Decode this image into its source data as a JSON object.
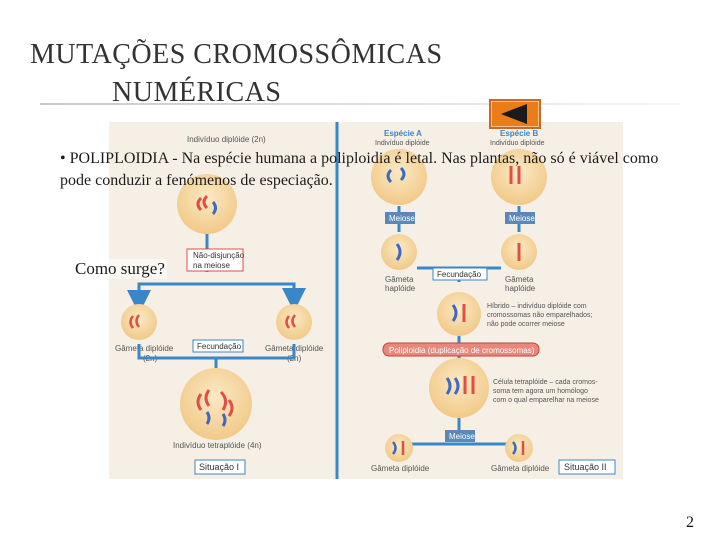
{
  "slide": {
    "title_line1": "MUTAÇÕES CROMOSSÔMICAS",
    "title_line2": "NUMÉRICAS",
    "bullet_lead": "POLIPLOIDIA",
    "bullet_body": " - Na espécie humana a poliploidia é letal. Nas plantas, não só é viável como pode conduzir a fenómenos de especiação.",
    "question": "Como surge?",
    "page_number": "2"
  },
  "figure": {
    "individuo_diploide_top": "Indivíduo diplóide (2n)",
    "nao_disjuncao_1": "Não-disjunção",
    "nao_disjuncao_2": "na meiose",
    "gameta_left_1": "Gâmeta diplóide",
    "gameta_left_2": "(2n)",
    "gameta_right_1": "Gâmeta diplóide",
    "gameta_right_2": "(2n)",
    "fecundacao_left": "Fecundação",
    "individuo_tetraploide": "Indivíduo tetraplóide (4n)",
    "situacao_1": "Situação I",
    "especie_a": "Espécie A",
    "individuo_a": "Indivíduo diplóide",
    "especie_b": "Espécie B",
    "individuo_b": "Indivíduo diplóide",
    "meiose_a": "Meiose",
    "meiose_b": "Meiose",
    "fecundacao_right": "Fecundação",
    "gameta_haploide_a_1": "Gâmeta",
    "gameta_haploide_a_2": "haplóide",
    "gameta_haploide_b_1": "Gâmeta",
    "gameta_haploide_b_2": "haplóide",
    "hibrido_1": "Híbrido – indivíduo diplóide com",
    "hibrido_2": "cromossomas não emparelhados;",
    "hibrido_3": "não pode ocorrer meiose",
    "poliploidia_label": "Poliploidia (duplicação de cromossomas)",
    "celula_1": "Célula tetraplóide – cada cromos-",
    "celula_2": "soma tem agora um homólogo",
    "celula_3": "com o qual emparelhar na meiose",
    "meiose_final": "Meiose",
    "gameta_final_a": "Gâmeta diplóide",
    "gameta_final_b": "Gâmeta diplóide",
    "situacao_2": "Situação II"
  },
  "colors": {
    "accent_orange": "#eb7d19",
    "arrow_blue": "#3a87c8",
    "label_blue": "#5b88b7",
    "cell_fill": "#f6d9a2",
    "chromosome_red": "#e04e44",
    "chromosome_blue": "#3f69c0",
    "figure_bg": "#f5efe6"
  },
  "icons": {
    "back_button": "left-triangle-icon"
  }
}
